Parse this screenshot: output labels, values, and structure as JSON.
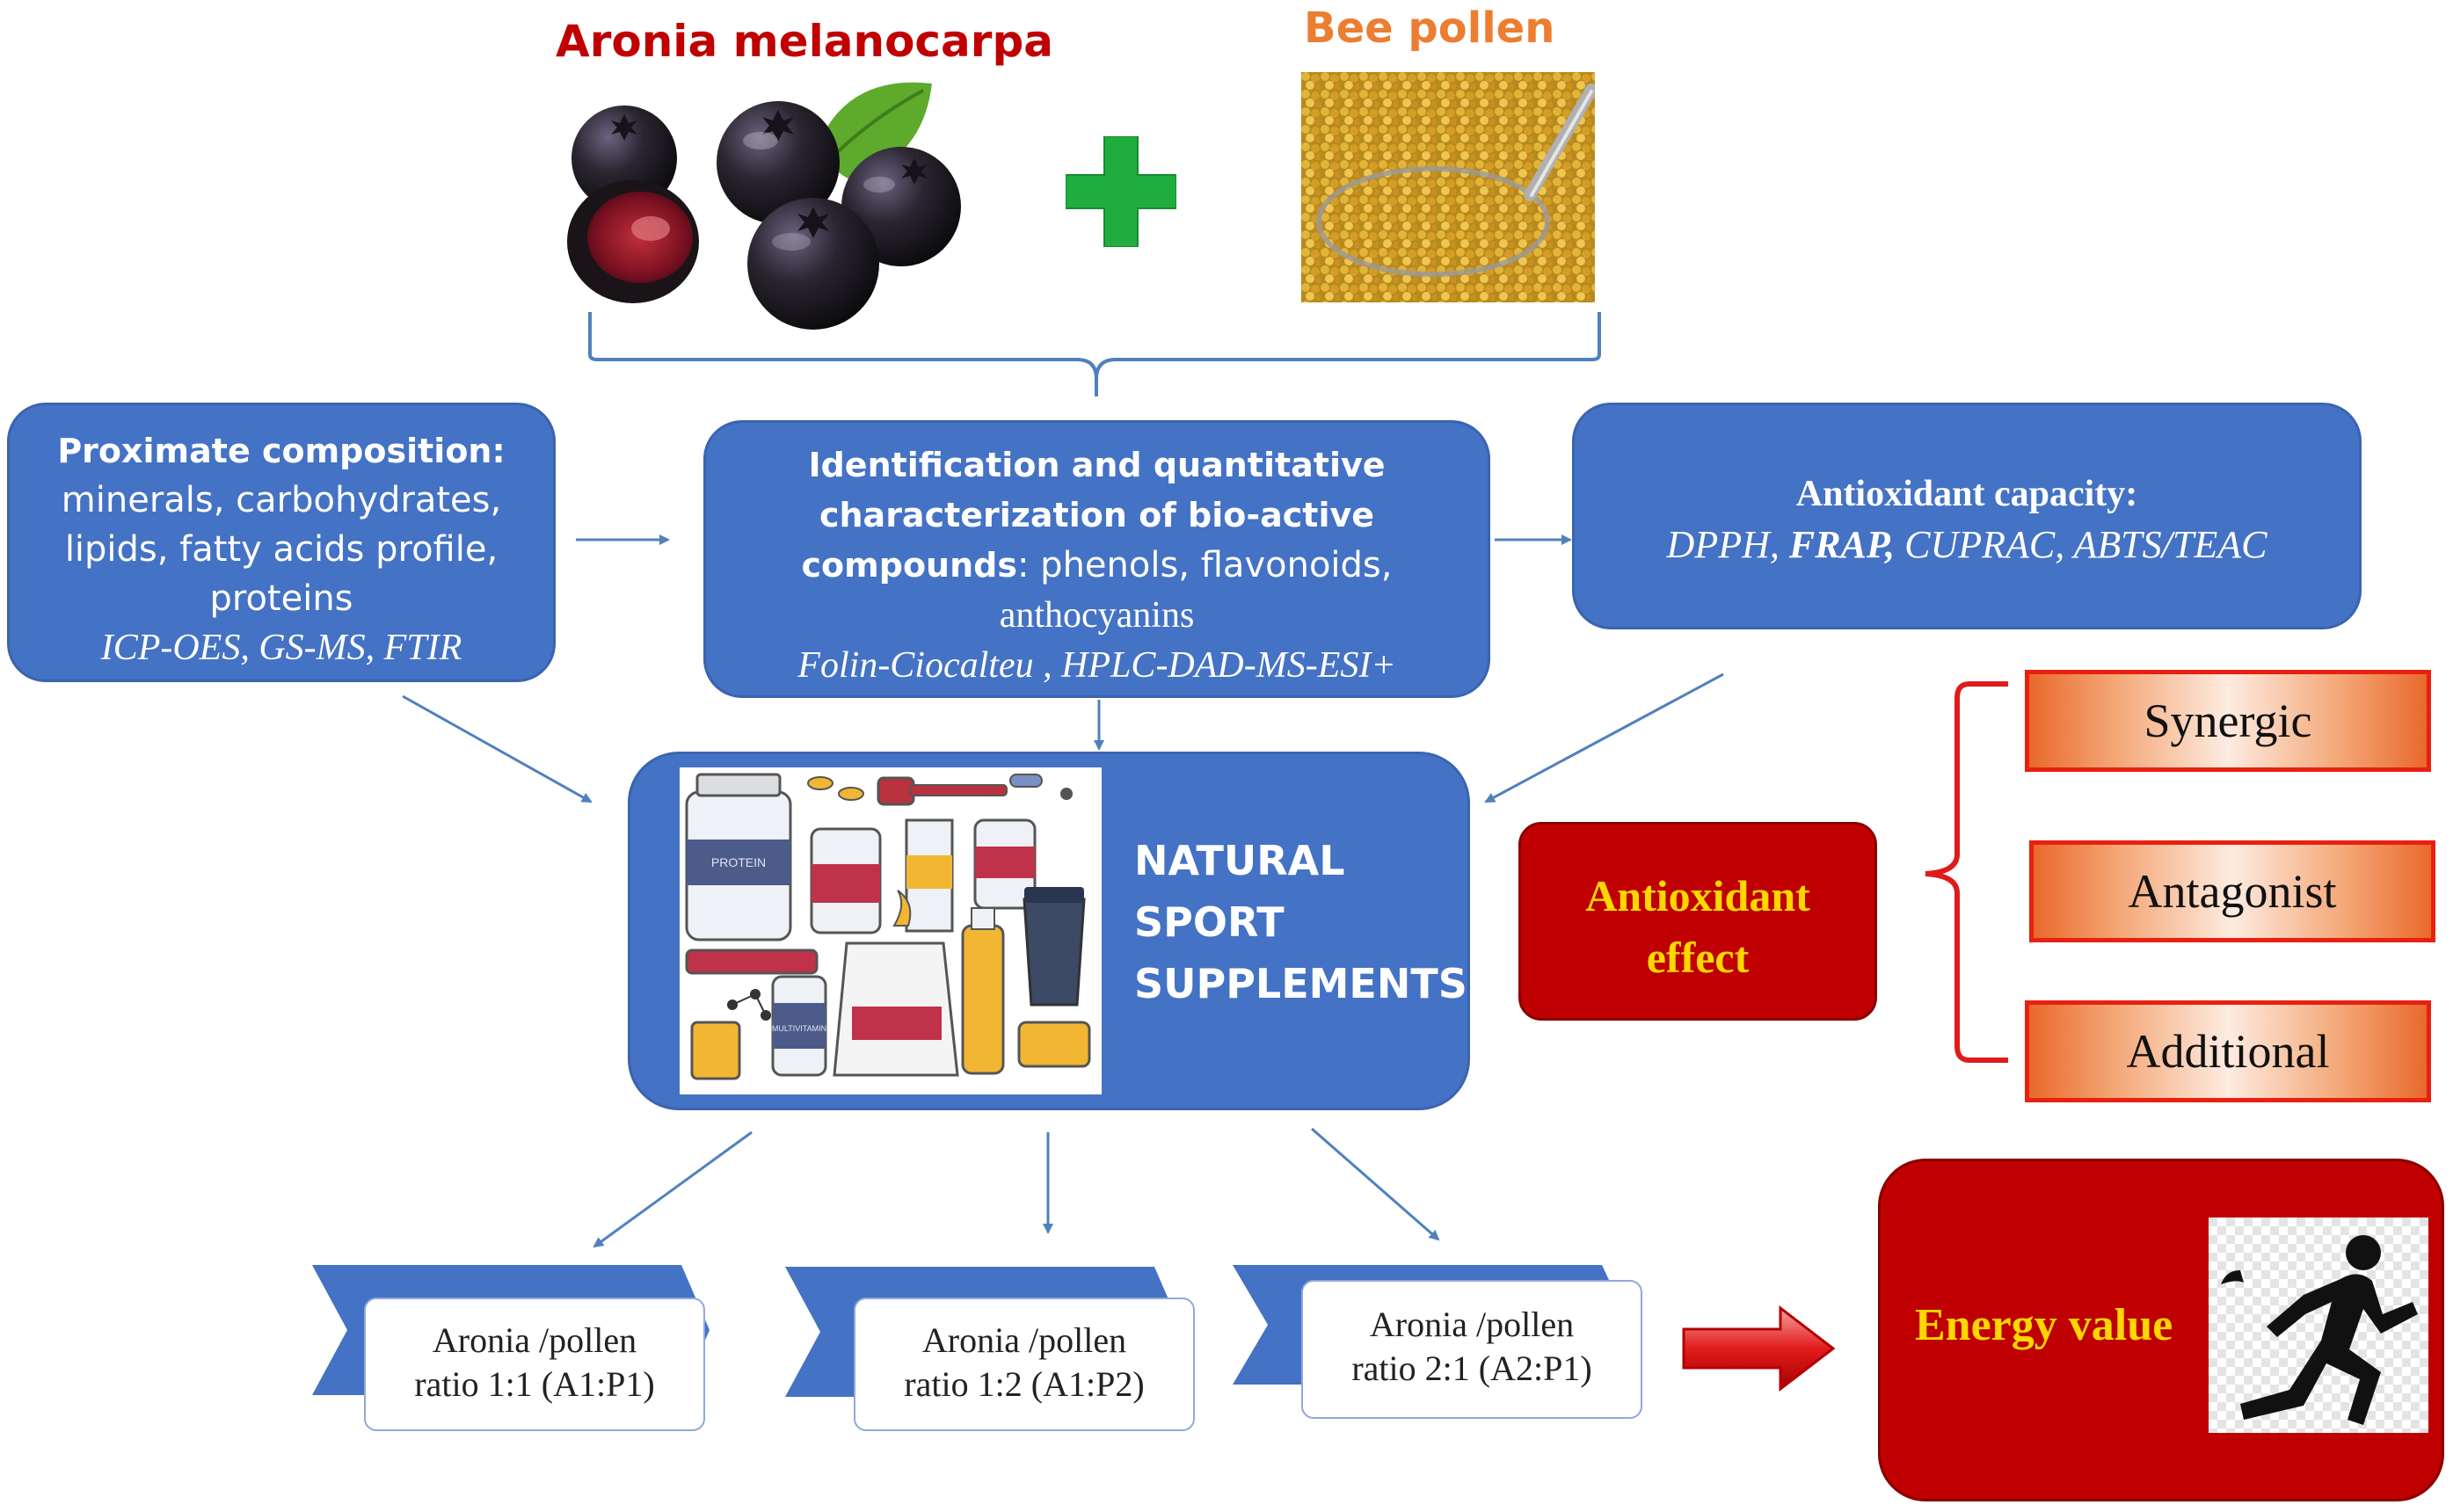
{
  "header": {
    "aronia_title": "Aronia melanocarpa",
    "pollen_title": "Bee pollen"
  },
  "proximate": {
    "heading": "Proximate composition:",
    "line1": "minerals, carbohydrates,",
    "line2": "lipids, fatty acids profile,",
    "line3": "proteins",
    "methods": "ICP-OES, GS-MS, FTIR"
  },
  "identification": {
    "line1": "Identification  and quantitative",
    "line2": "characterization of bio-active",
    "line3_bold": "compounds",
    "line3_rest": ": phenols, flavonoids,",
    "line4": "anthocyanins",
    "methods": "Folin-Ciocalteu , HPLC-DAD-MS-ESI+"
  },
  "antioxidant_capacity": {
    "heading": "Antioxidant  capacity:",
    "m1": "DPPH, ",
    "m2": "FRAP, ",
    "m3": "CUPRAC, ",
    "m4": "ABTS/TEAC"
  },
  "supplements": {
    "line1": "NATURAL",
    "line2": "SPORT",
    "line3": "SUPPLEMENTS",
    "image_labels": {
      "protein": "PROTEIN",
      "multivitamin": "MULTIVITAMIN"
    }
  },
  "effect": {
    "line1": "Antioxidant",
    "line2": "effect"
  },
  "effect_types": [
    "Synergic",
    "Antagonist",
    "Additional"
  ],
  "ratios": [
    {
      "line1": "Aronia /pollen",
      "line2": "ratio 1:1 (A1:P1)"
    },
    {
      "line1": "Aronia /pollen",
      "line2": "ratio 1:2 (A1:P2)"
    },
    {
      "line1": "Aronia /pollen",
      "line2": "ratio 2:1 (A2:P1)"
    }
  ],
  "energy": {
    "label": "Energy value"
  },
  "colors": {
    "box_blue": "#4472C4",
    "arrow_blue": "#4F81BD",
    "dark_red": "#C00000",
    "gold_text": "#FFD700",
    "plus_green": "#1FAE3E"
  }
}
